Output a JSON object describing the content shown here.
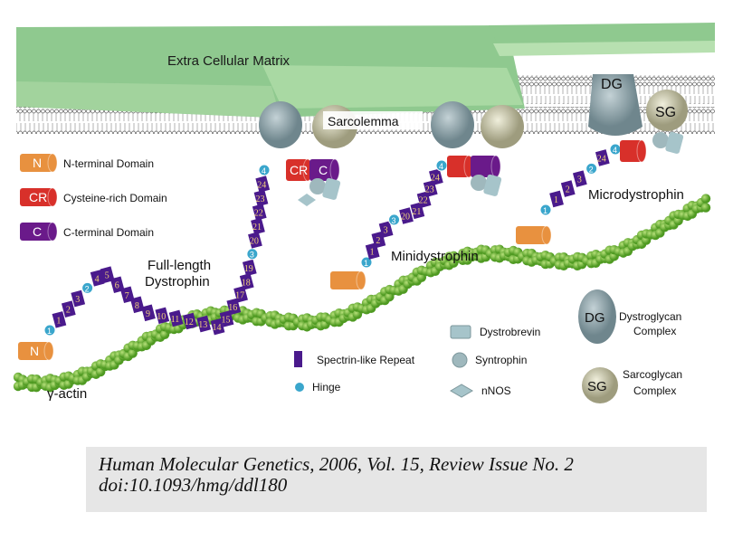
{
  "labels": {
    "ecm": "Extra Cellular Matrix",
    "sarcolemma": "Sarcolemma",
    "dg": "DG",
    "sg": "SG",
    "full_length_1": "Full-length",
    "full_length_2": "Dystrophin",
    "mini": "Minidystrophin",
    "micro": "Microdystrophin",
    "actin": "γ-actin"
  },
  "domain_legend": [
    {
      "glyph": "N",
      "label": "N-terminal Domain",
      "color": "#e8913f"
    },
    {
      "glyph": "CR",
      "label": "Cysteine-rich Domain",
      "color": "#d8302a"
    },
    {
      "glyph": "C",
      "label": "C-terminal Domain",
      "color": "#6a1a8a"
    }
  ],
  "component_legend": {
    "spectrin": "Spectrin-like Repeat",
    "hinge": "Hinge",
    "dystrobrevin": "Dystrobrevin",
    "syntrophin": "Syntrophin",
    "nnos": "nNOS",
    "dg_glyph": "DG",
    "dg_1": "Dystroglycan",
    "dg_2": "Complex",
    "sg_glyph": "SG",
    "sg_1": "Sarcoglycan",
    "sg_2": "Complex"
  },
  "domains": {
    "N": "N",
    "CR": "CR",
    "C": "C"
  },
  "chains": {
    "full": [
      "H1",
      "1",
      "2",
      "3",
      "H2",
      "4",
      "5",
      "6",
      "7",
      "8",
      "9",
      "10",
      "11",
      "12",
      "13",
      "14",
      "15",
      "16",
      "17",
      "18",
      "19",
      "H3",
      "20",
      "21",
      "22",
      "23",
      "24",
      "H4"
    ],
    "mini": [
      "H1",
      "1",
      "2",
      "3",
      "H3",
      "20",
      "21",
      "22",
      "23",
      "24",
      "H4"
    ],
    "micro": [
      "H1",
      "1",
      "2",
      "3",
      "H2",
      "24",
      "H4"
    ]
  },
  "colors": {
    "ecm": "#8fc98f",
    "ecm_light": "#b7e0b0",
    "repeat": "#4a1a8c",
    "hinge": "#3aa6cc",
    "actin": "#7cc242",
    "dg": "#8fa4aa",
    "sg": "#c9c7a8"
  },
  "citation": {
    "line1": "Human Molecular Genetics, 2006, Vol. 15, Review Issue No. 2",
    "line2": "doi:10.1093/hmg/ddl180"
  }
}
